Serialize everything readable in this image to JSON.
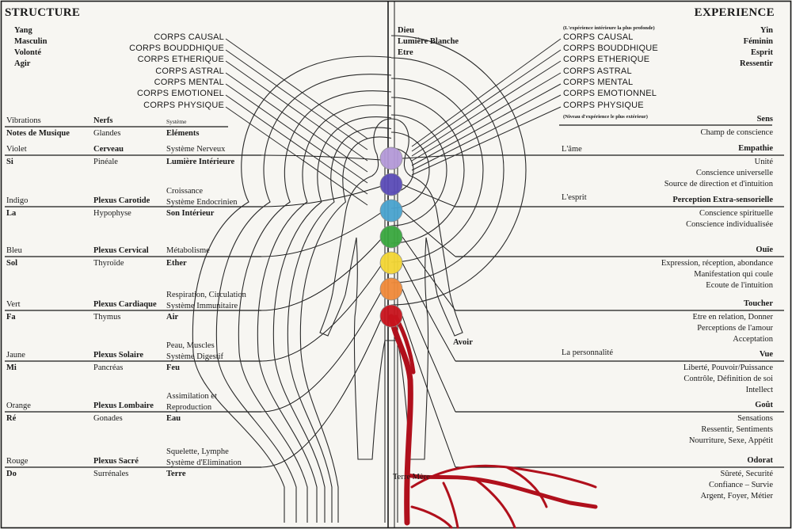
{
  "colors": {
    "paper": "#f7f6f2",
    "ink": "#1a1a1a",
    "root": "#b0101c",
    "chakras": [
      "#b49ad8",
      "#5b4cb8",
      "#4aa3cf",
      "#3aa83f",
      "#f3d635",
      "#f08a3a",
      "#c8141e"
    ]
  },
  "left": {
    "title": "STRUCTURE",
    "qualities": [
      "Yang",
      "Masculin",
      "Volonté",
      "Agir"
    ],
    "bodies": [
      "CORPS CAUSAL",
      "CORPS BOUDDHIQUE",
      "CORPS ETHERIQUE",
      "CORPS ASTRAL",
      "CORPS MENTAL",
      "CORPS EMOTIONEL",
      "CORPS PHYSIQUE"
    ],
    "headers": {
      "col1": "Vibrations",
      "col1b": "Notes de Musique",
      "col2": "Nerfs",
      "col2b": "Glandes",
      "col3": "Système",
      "col3b": "Eléments"
    },
    "rows": [
      {
        "color": "Violet",
        "note": "Si",
        "nerve": "Cerveau",
        "gland": "Pinéale",
        "system": "Système Nerveux",
        "element": "Lumière Intérieure"
      },
      {
        "color": "Indigo",
        "note": "La",
        "nerve": "Plexus Carotide",
        "gland": "Hypophyse",
        "system": "Croissance\nSystème Endocrinien",
        "element": "Son Intérieur"
      },
      {
        "color": "Bleu",
        "note": "Sol",
        "nerve": "Plexus Cervical",
        "gland": "Thyroïde",
        "system": "Métabolisme",
        "element": "Ether"
      },
      {
        "color": "Vert",
        "note": "Fa",
        "nerve": "Plexus Cardiaque",
        "gland": "Thymus",
        "system": "Respiration, Circulation\nSystème Immunitaire",
        "element": "Air"
      },
      {
        "color": "Jaune",
        "note": "Mi",
        "nerve": "Plexus Solaire",
        "gland": "Pancréas",
        "system": "Peau, Muscles\nSystème Digestif",
        "element": "Feu"
      },
      {
        "color": "Orange",
        "note": "Ré",
        "nerve": "Plexus Lombaire",
        "gland": "Gonades",
        "system": "Assimilation et\nReproduction",
        "element": "Eau"
      },
      {
        "color": "Rouge",
        "note": "Do",
        "nerve": "Plexus Sacré",
        "gland": "Surrénales",
        "system": "Squelette, Lymphe\nSystème d'Elimination",
        "element": "Terre"
      }
    ]
  },
  "center": {
    "top_labels": [
      "Dieu",
      "Lumière Blanche",
      "Etre"
    ],
    "avoir": "Avoir",
    "terre_mere": "Terre Mère"
  },
  "right": {
    "title": "EXPERIENCE",
    "qualities": [
      "Yin",
      "Féminin",
      "Esprit",
      "Ressentir"
    ],
    "inner_note": "(L'expérience intérieure la plus profonde)",
    "outer_note": "(Niveau d'expérience le plus extérieur)",
    "bodies": [
      "CORPS CAUSAL",
      "CORPS BOUDDHIQUE",
      "CORPS ETHERIQUE",
      "CORPS ASTRAL",
      "CORPS MENTAL",
      "CORPS EMOTIONNEL",
      "CORPS PHYSIQUE"
    ],
    "levels": [
      "L'âme",
      "L'esprit",
      "La personnalité"
    ],
    "sens_header": "Sens",
    "sens_sub": "Champ de conscience",
    "rows": [
      {
        "sense": "Empathie",
        "items": [
          "Unité",
          "Conscience universelle",
          "Source de direction et d'intuition"
        ]
      },
      {
        "sense": "Perception Extra-sensorielle",
        "items": [
          "Conscience spirituelle",
          "Conscience individualisée"
        ]
      },
      {
        "sense": "Ouïe",
        "items": [
          "Expression, réception, abondance",
          "Manifestation qui coule",
          "Ecoute de l'intuition"
        ]
      },
      {
        "sense": "Toucher",
        "items": [
          "Etre en relation, Donner",
          "Perceptions de l'amour",
          "Acceptation"
        ]
      },
      {
        "sense": "Vue",
        "items": [
          "Liberté, Pouvoir/Puissance",
          "Contrôle, Définition de soi",
          "Intellect"
        ]
      },
      {
        "sense": "Goût",
        "items": [
          "Sensations",
          "Ressentir, Sentiments",
          "Nourriture, Sexe, Appétit"
        ]
      },
      {
        "sense": "Odorat",
        "items": [
          "Sûreté, Securité",
          "Confiance – Survie",
          "Argent, Foyer, Métier"
        ]
      }
    ]
  }
}
